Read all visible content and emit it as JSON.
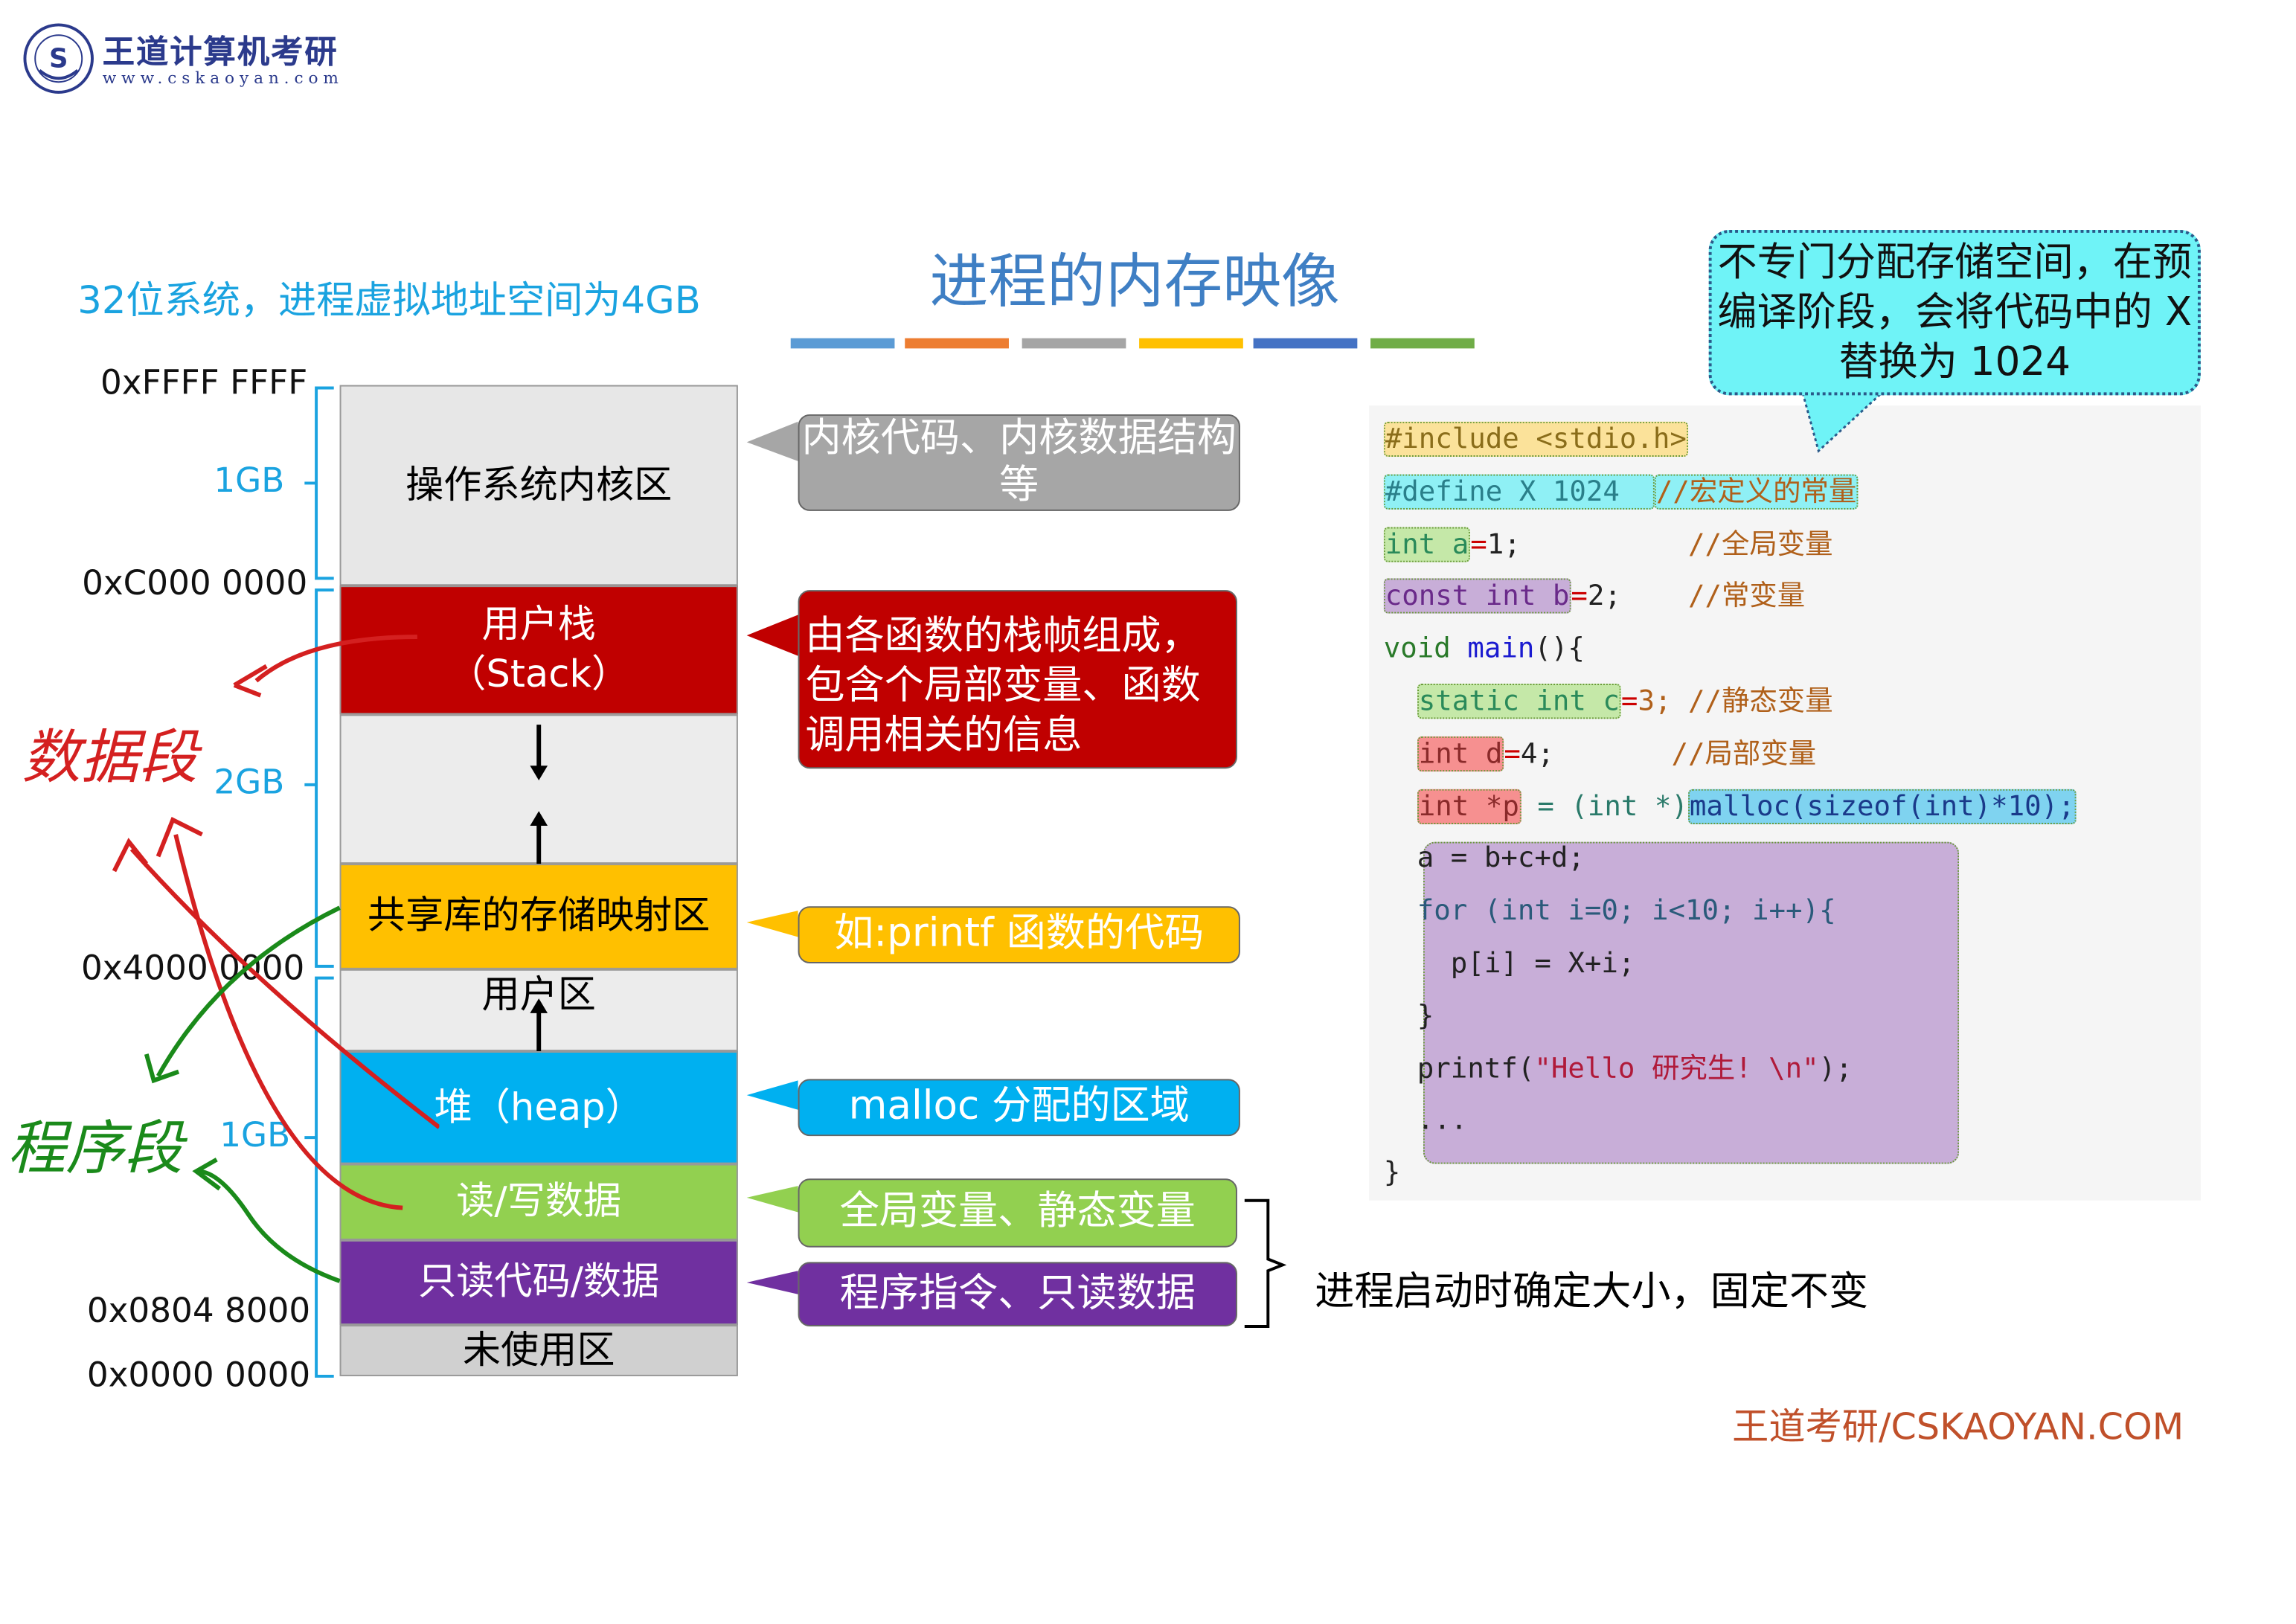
{
  "logo": {
    "name": "王道计算机考研",
    "url": "www.cskaoyan.com"
  },
  "subtitle": "32位系统，进程虚拟地址空间为4GB",
  "title": "进程的内存映像",
  "title_bar_colors": [
    "#5b9bd5",
    "#ed7d31",
    "#a5a5a5",
    "#ffc000",
    "#4472c4",
    "#70ad47"
  ],
  "addresses": [
    "0xFFFF FFFF",
    "0xC000 0000",
    "0x4000 0000",
    "0x0804 8000",
    "0x0000 0000"
  ],
  "sizes": [
    "1GB",
    "2GB",
    "1GB"
  ],
  "memory": {
    "kernel": "操作系统内核区",
    "stack_line1": "用户栈",
    "stack_line2": "（Stack）",
    "shared_lib": "共享库的存储映射区",
    "user_area": "用户区",
    "heap": "堆（heap）",
    "rw_data": "读/写数据",
    "ro_code": "只读代码/数据",
    "unused": "未使用区"
  },
  "callouts": {
    "kernel": "内核代码、内核数据结构等",
    "stack": "由各函数的栈帧组成，包含个局部变量、函数调用相关的信息",
    "shared": "如:printf 函数的代码",
    "heap": "malloc 分配的区域",
    "rw": "全局变量、静态变量",
    "ro": "程序指令、只读数据",
    "fixed": "进程启动时确定大小，固定不变",
    "macro_note": "不专门分配存储空间，在预编译阶段，会将代码中的 X 替换为 1024"
  },
  "annotations": {
    "data_segment": "数据段",
    "code_segment": "程序段"
  },
  "colors": {
    "kernel": "#e7e7e7",
    "stack": "#c00000",
    "shared": "#ffc000",
    "heap": "#00b0f0",
    "rw": "#92d050",
    "ro": "#7030a0",
    "unused": "#d0d0d0"
  },
  "code": [
    [
      {
        "t": "#include <stdio.h>",
        "c": "#8a6d1a",
        "bg": "#fbe29a"
      }
    ],
    [
      {
        "t": "#define X 1024  ",
        "c": "#2a7f8a",
        "bg": "#8ff0f5"
      },
      {
        "t": "//宏定义的常量",
        "c": "#b0601a",
        "bg": "#8ff0f5"
      }
    ],
    [
      {
        "t": "int a",
        "c": "#2a8a5a",
        "bg": "#c5e8a8"
      },
      {
        "t": "=",
        "c": "#c00"
      },
      {
        "t": "1;",
        "c": "#222"
      },
      {
        "t": "          //全局变量",
        "c": "#b0601a"
      }
    ],
    [
      {
        "t": "const int b",
        "c": "#6a2a8a",
        "bg": "#c8aed8"
      },
      {
        "t": "=",
        "c": "#c00"
      },
      {
        "t": "2;",
        "c": "#222"
      },
      {
        "t": "    //常变量",
        "c": "#b0601a"
      }
    ],
    [
      {
        "t": "void ",
        "c": "#2a7a2a"
      },
      {
        "t": "main",
        "c": "#1a1ad0"
      },
      {
        "t": "(){",
        "c": "#222"
      }
    ],
    [
      {
        "t": "  ",
        "c": "#222"
      },
      {
        "t": "static int c",
        "c": "#2a8a5a",
        "bg": "#c5e8a8"
      },
      {
        "t": "=",
        "c": "#c00"
      },
      {
        "t": "3; //静态变量",
        "c": "#b0601a"
      }
    ],
    [
      {
        "t": "  ",
        "c": "#222"
      },
      {
        "t": "int d",
        "c": "#8a2a2a",
        "bg": "#f69090"
      },
      {
        "t": "=",
        "c": "#c00"
      },
      {
        "t": "4;",
        "c": "#222"
      },
      {
        "t": "       //局部变量",
        "c": "#b0601a"
      }
    ],
    [
      {
        "t": "  ",
        "c": "#222"
      },
      {
        "t": "int *p",
        "c": "#8a2a2a",
        "bg": "#f69090"
      },
      {
        "t": " = (int *)",
        "c": "#2a7a6a"
      },
      {
        "t": "malloc(sizeof(int)*10);",
        "c": "#1a3a8a",
        "bg": "#7fd3f0"
      }
    ],
    [
      {
        "t": "  a = b+c+d;",
        "c": "#222"
      }
    ],
    [
      {
        "t": "  for (int i=0; i<10; i++){",
        "c": "#2a5a7a"
      }
    ],
    [
      {
        "t": "    p[i] = X+i;",
        "c": "#222"
      }
    ],
    [
      {
        "t": "  }",
        "c": "#222"
      }
    ],
    [
      {
        "t": "  printf(",
        "c": "#222"
      },
      {
        "t": "\"Hello 研究生! \\n\"",
        "c": "#b01a3a"
      },
      {
        "t": ");",
        "c": "#222"
      }
    ],
    [
      {
        "t": "  ...",
        "c": "#222"
      }
    ],
    [
      {
        "t": "}",
        "c": "#222"
      }
    ]
  ],
  "footer": "王道考研/CSKAOYAN.COM"
}
